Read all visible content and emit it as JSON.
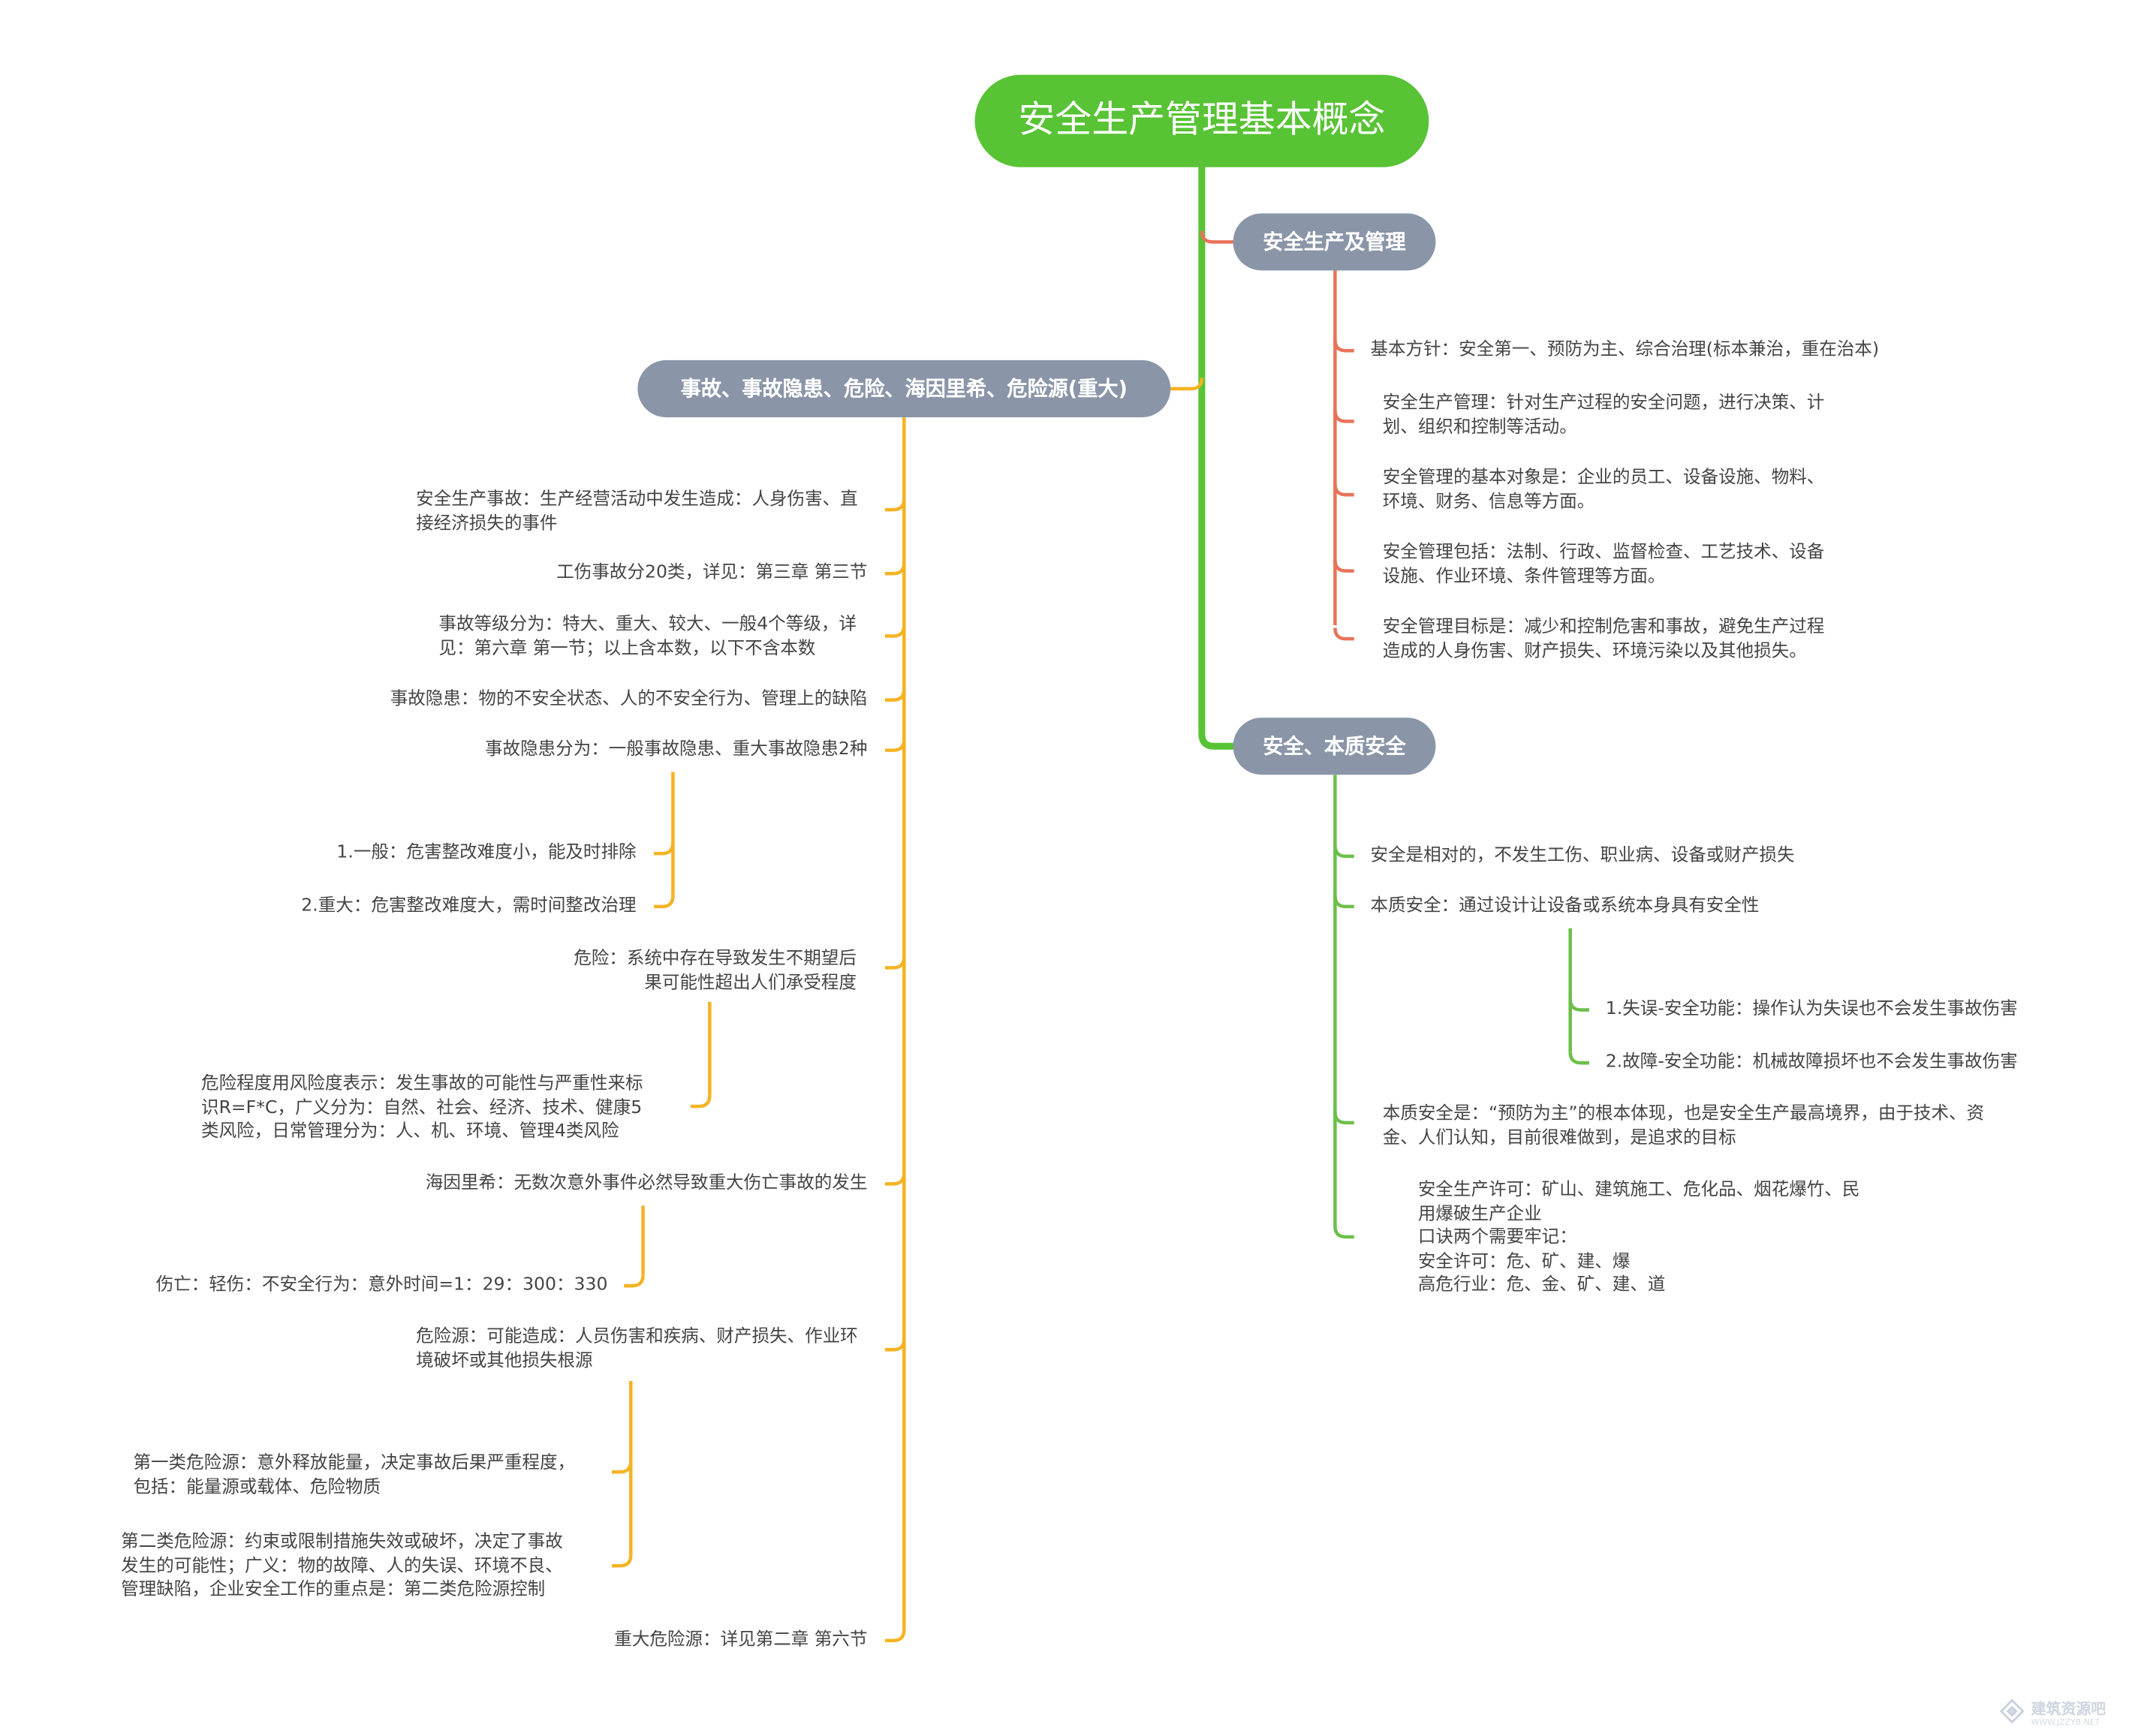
{
  "title": "安全生产管理基本概念",
  "branches": {
    "b1": {
      "label": "安全生产及管理",
      "items": [
        [
          "基本方针：安全第一、预防为主、综合治理(标本兼治，重在治本)"
        ],
        [
          "安全生产管理：针对生产过程的安全问题，进行决策、计",
          "划、组织和控制等活动。"
        ],
        [
          "安全管理的基本对象是：企业的员工、设备设施、物料、",
          "环境、财务、信息等方面。"
        ],
        [
          "安全管理包括：法制、行政、监督检查、工艺技术、设备",
          "设施、作业环境、条件管理等方面。"
        ],
        [
          "安全管理目标是：减少和控制危害和事故，避免生产过程",
          "造成的人身伤害、财产损失、环境污染以及其他损失。"
        ]
      ]
    },
    "b2": {
      "label": "安全、本质安全",
      "items": [
        [
          "安全是相对的，不发生工伤、职业病、设备或财产损失"
        ],
        [
          "本质安全：通过设计让设备或系统本身具有安全性"
        ],
        [
          "本质安全是：“预防为主”的根本体现，也是安全生产最高境界，由于技术、资",
          "金、人们认知，目前很难做到，是追求的目标"
        ],
        [
          "安全生产许可：矿山、建筑施工、危化品、烟花爆竹、民",
          "用爆破生产企业",
          "口诀两个需要牢记：",
          "安全许可：危、矿、建、爆",
          "高危行业：危、金、矿、建、道"
        ]
      ],
      "sub": [
        [
          "1.失误-安全功能：操作认为失误也不会发生事故伤害"
        ],
        [
          "2.故障-安全功能：机械故障损坏也不会发生事故伤害"
        ]
      ]
    },
    "b3": {
      "label": "事故、事故隐患、危险、海因里希、危险源(重大)",
      "items": [
        [
          "安全生产事故：生产经营活动中发生造成：人身伤害、直",
          "接经济损失的事件"
        ],
        [
          "工伤事故分20类，详见：第三章 第三节"
        ],
        [
          "事故等级分为：特大、重大、较大、一般4个等级，详",
          "见：第六章 第一节；以上含本数，以下不含本数"
        ],
        [
          "事故隐患：物的不安全状态、人的不安全行为、管理上的缺陷"
        ],
        [
          "事故隐患分为：一般事故隐患、重大事故隐患2种"
        ],
        [
          "危险：系统中存在导致发生不期望后",
          "果可能性超出人们承受程度"
        ],
        [
          "海因里希：无数次意外事件必然导致重大伤亡事故的发生"
        ],
        [
          "危险源：可能造成：人员伤害和疾病、财产损失、作业环",
          "境破坏或其他损失根源"
        ],
        [
          "重大危险源：详见第二章 第六节"
        ]
      ],
      "sub_hidden": [
        [
          "1.一般：危害整改难度小，能及时排除"
        ],
        [
          "2.重大：危害整改难度大，需时间整改治理"
        ]
      ],
      "sub_risk": [
        [
          "危险程度用风险度表示：发生事故的可能性与严重性来标",
          "识R=F*C，广义分为：自然、社会、经济、技术、健康5",
          "类风险，日常管理分为：人、机、环境、管理4类风险"
        ]
      ],
      "sub_heinrich": [
        [
          "伤亡：轻伤：不安全行为：意外时间=1：29：300：330"
        ]
      ],
      "sub_source": [
        [
          "第一类危险源：意外释放能量，决定事故后果严重程度，",
          "包括：能量源或载体、危险物质"
        ],
        [
          "第二类危险源：约束或限制措施失效或破坏，决定了事故",
          "发生的可能性；广义：物的故障、人的失误、环境不良、",
          "管理缺陷，企业安全工作的重点是：第二类危险源控制"
        ]
      ]
    }
  },
  "watermark": {
    "text": "建筑资源吧",
    "sub": "WWW.JZZYB.NET"
  },
  "colors": {
    "root": "#58c335",
    "branch": "#8a95a8",
    "red": "#e8735a",
    "green": "#6cc04a",
    "orange": "#f5b323",
    "text": "#444444"
  }
}
